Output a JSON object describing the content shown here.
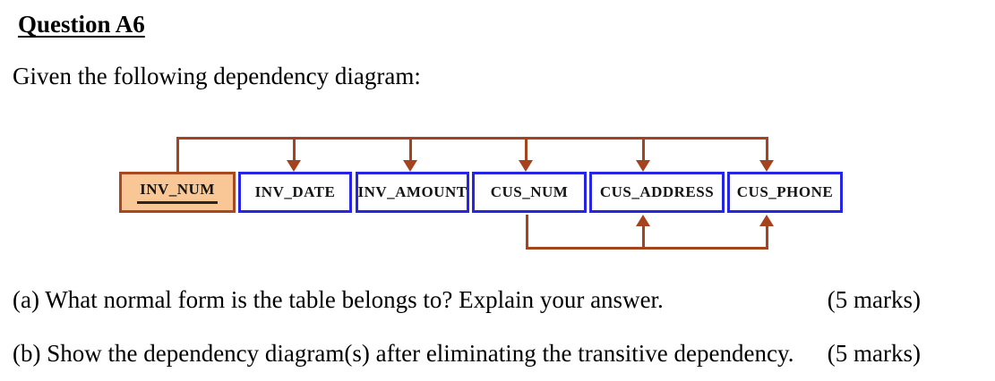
{
  "title": "Question A6",
  "intro": "Given the following dependency diagram:",
  "diagram": {
    "name": "dependency-diagram",
    "fields": [
      {
        "label": "INV_NUM",
        "is_primary_key": true
      },
      {
        "label": "INV_DATE",
        "is_primary_key": false
      },
      {
        "label": "INV_AMOUNT",
        "is_primary_key": false
      },
      {
        "label": "CUS_NUM",
        "is_primary_key": false
      },
      {
        "label": "CUS_ADDRESS",
        "is_primary_key": false
      },
      {
        "label": "CUS_PHONE",
        "is_primary_key": false
      }
    ],
    "dependencies": [
      {
        "determinant": "INV_NUM",
        "dependents": [
          "INV_DATE",
          "INV_AMOUNT",
          "CUS_NUM",
          "CUS_ADDRESS",
          "CUS_PHONE"
        ],
        "position": "top"
      },
      {
        "determinant": "CUS_NUM",
        "dependents": [
          "CUS_ADDRESS",
          "CUS_PHONE"
        ],
        "position": "bottom"
      }
    ],
    "colors": {
      "arrow": "#a5431f",
      "key_box_fill": "#f9c795",
      "key_box_border": "#a7481f",
      "field_box_border": "#2525e3",
      "box_text": "#141414"
    }
  },
  "questions": [
    {
      "label": "(a) What normal form is the table belongs to? Explain your answer.",
      "marks": "(5 marks)"
    },
    {
      "label": "(b) Show the dependency diagram(s) after eliminating the transitive dependency.",
      "marks": "(5 marks)"
    }
  ]
}
